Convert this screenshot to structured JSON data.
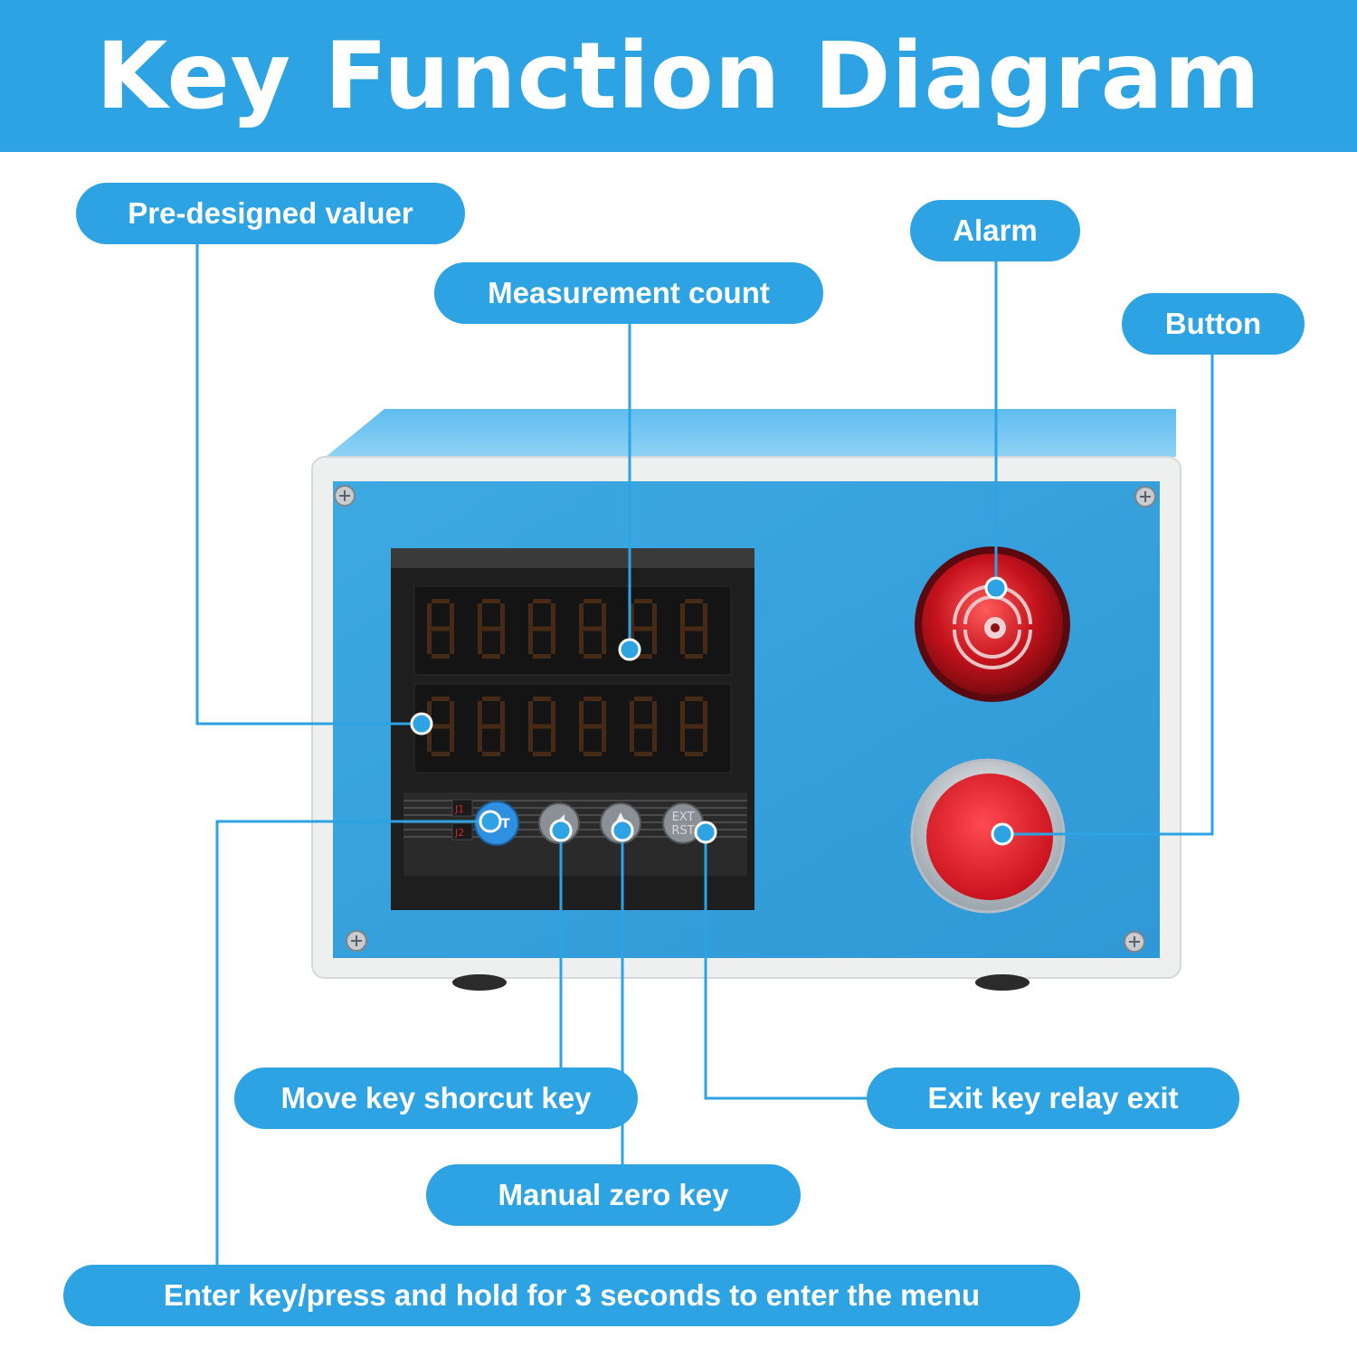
{
  "title": "Key Function Diagram",
  "labels": {
    "predesigned": "Pre-designed valuer",
    "measurement": "Measurement count",
    "alarm": "Alarm",
    "button": "Button",
    "move_key": "Move key shorcut key",
    "exit_key": "Exit key relay exit",
    "zero_key": "Manual zero key",
    "enter_key": "Enter key/press and hold for 3 seconds to enter the menu"
  },
  "device": {
    "key_set": "SET",
    "key_exit_1": "EXT",
    "key_exit_2": "RST",
    "indicator_1": "J1",
    "indicator_2": "J2"
  },
  "colors": {
    "accent": "#2ea3e3",
    "panel_blue": "#3aa6df",
    "alarm_red": "#d11a24",
    "button_red": "#e31e2a"
  }
}
